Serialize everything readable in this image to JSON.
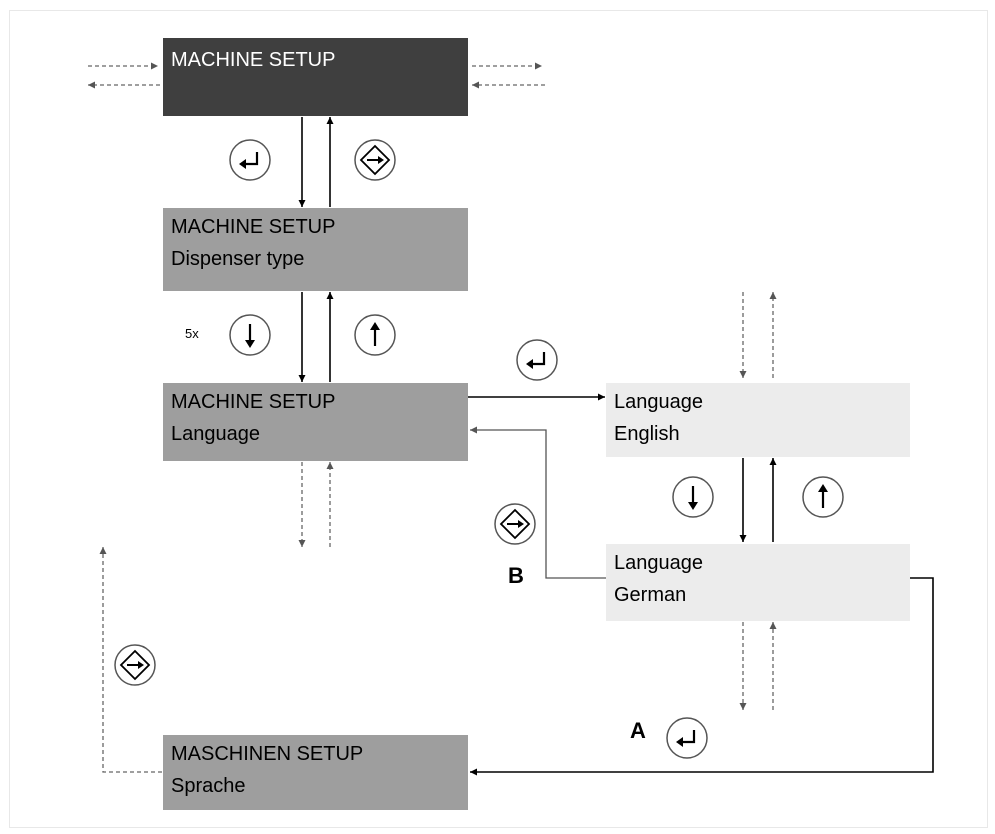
{
  "boxes": {
    "machine_setup": {
      "line1": "MACHINE SETUP"
    },
    "dispenser_type": {
      "line1": "MACHINE SETUP",
      "line2": "Dispenser type"
    },
    "language_menu": {
      "line1": "MACHINE SETUP",
      "line2": "Language"
    },
    "language_english": {
      "line1": "Language",
      "line2": "English"
    },
    "language_german": {
      "line1": "Language",
      "line2": "German"
    },
    "maschinen_setup": {
      "line1": "MASCHINEN SETUP",
      "line2": "Sprache"
    }
  },
  "labels": {
    "repeat": "5x",
    "marker_a": "A",
    "marker_b": "B"
  },
  "icons": [
    "enter-key",
    "escape-key",
    "arrow-down-key",
    "arrow-up-key"
  ],
  "colors": {
    "dark_box": "#3f3f3f",
    "mid_box": "#9e9e9e",
    "light_box": "#ececec"
  }
}
